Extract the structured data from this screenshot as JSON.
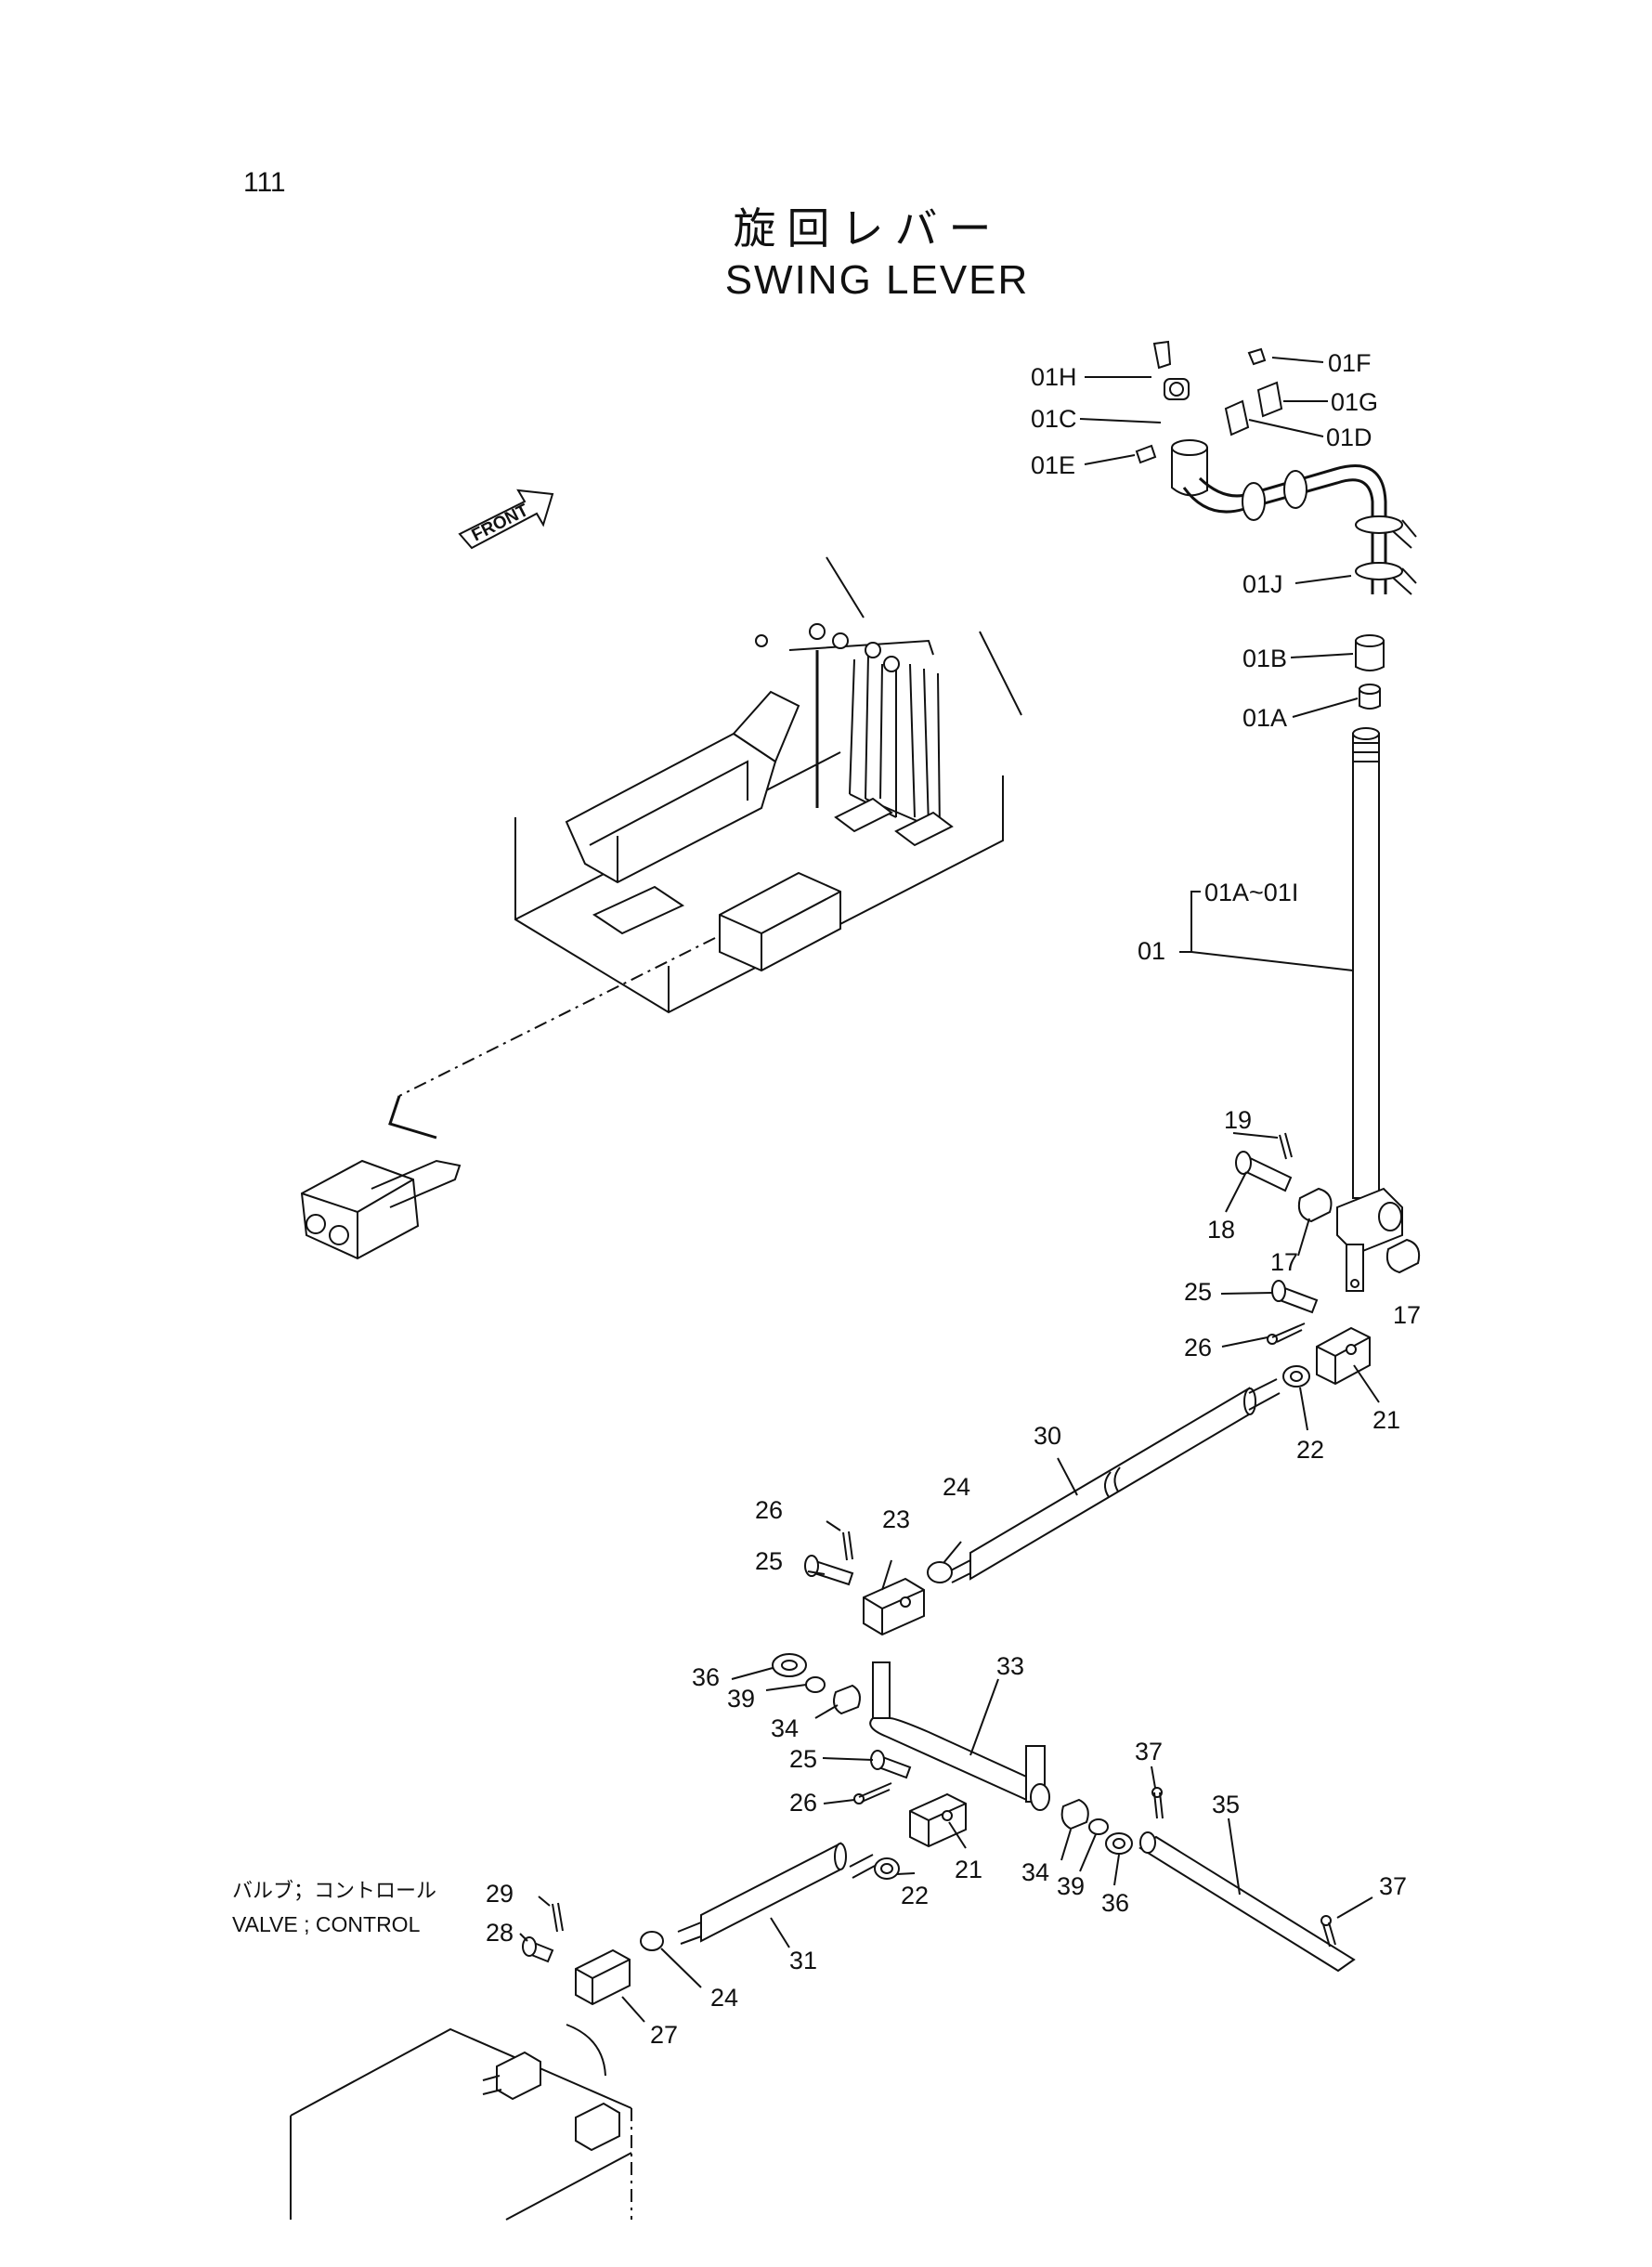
{
  "page_number": "111",
  "title": {
    "jp": "旋回レバー",
    "en": "SWING LEVER"
  },
  "front_label": "FRONT",
  "valve_label": {
    "jp": "バルブ；コントロール",
    "en": "VALVE ; CONTROL"
  },
  "callouts": {
    "c01H": "01H",
    "c01F": "01F",
    "c01G": "01G",
    "c01C": "01C",
    "c01D": "01D",
    "c01E": "01E",
    "c01J": "01J",
    "c01B": "01B",
    "c01A": "01A",
    "c01range": "01A~01I",
    "c01": "01",
    "c19": "19",
    "c18": "18",
    "c17a": "17",
    "c17b": "17",
    "c25a": "25",
    "c26a": "26",
    "c21a": "21",
    "c22a": "22",
    "c30": "30",
    "c24a": "24",
    "c26b": "26",
    "c23": "23",
    "c25b": "25",
    "c33": "33",
    "c36a": "36",
    "c39a": "39",
    "c34a": "34",
    "c37a": "37",
    "c35": "35",
    "c25c": "25",
    "c26c": "26",
    "c34b": "34",
    "c39b": "39",
    "c36b": "36",
    "c21b": "21",
    "c22b": "22",
    "c37b": "37",
    "c29": "29",
    "c28": "28",
    "c31": "31",
    "c24b": "24",
    "c27": "27"
  }
}
